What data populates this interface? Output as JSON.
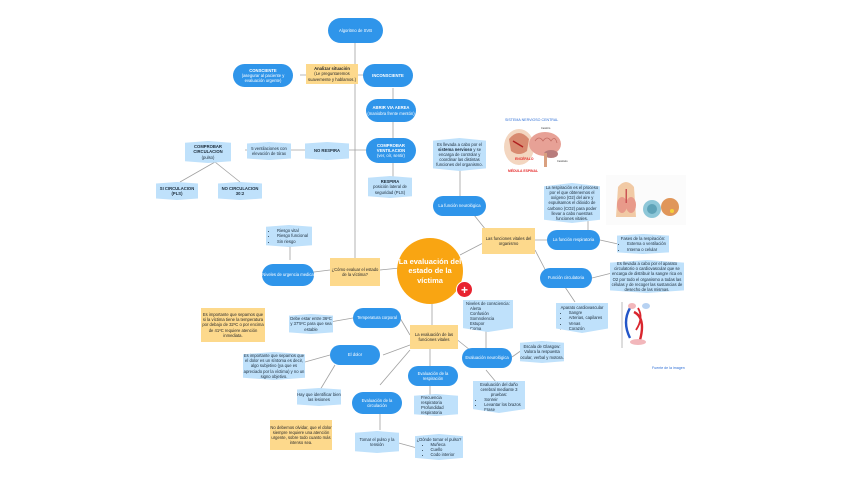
{
  "diagram": {
    "center": "La evaluación del estado de la víctima",
    "center_badge": "+",
    "top_chain": {
      "root": "Algoritmo de SVB",
      "analizar": {
        "title": "Analizar situación",
        "detail": "(Le preguntaremos suavemente y hablamos.)"
      },
      "consciente": {
        "title": "CONSCIENTE",
        "detail": "(asegurar al paciente y evaluación urgente)"
      },
      "inconsciente": "INCONSCIENTE",
      "abrir_via": {
        "title": "ABRIR VIA AEREA",
        "detail": "(maniobra frente mentón)"
      },
      "comprobar_vent": {
        "title": "COMPROBAR VENTILACION",
        "detail": "(ver, oír, sentir)"
      },
      "respira": {
        "title": "RESPIRA",
        "detail": "posición lateral de seguridad (PLS)"
      },
      "no_respira": "NO RESPIRA",
      "ventilaciones": "5 ventilaciones con elevación de tórax",
      "comprobar_circ": {
        "title": "COMPROBAR CIRCULACION",
        "detail": "(pulso)"
      },
      "si_circ": {
        "title": "SI CIRCULACION",
        "detail": "(PLS)"
      },
      "no_circ": {
        "title": "NO CIRCULACION",
        "detail": "30:2"
      }
    },
    "como_evaluar": "¿Cómo evaluar el estado de la víctima?",
    "niveles_urgencia": {
      "label": "Niveles de urgencia medica",
      "items": [
        "Riesgo vital",
        "Riesgo funcional",
        "Sin riesgo"
      ]
    },
    "funciones_vitales_org": "Las funciones vitales del organismo",
    "neurologica": {
      "label": "La función neurológica",
      "note_pre": "Es llevada a cabo por el ",
      "note_bold": "sistema nervioso",
      "note_post": " y se encarga de controlar y coordinar las distintas funciones del organismo."
    },
    "respiratoria": {
      "label": "La función respiratoria",
      "note": "La respiración es el proceso por el que obtenemos el oxígeno (O2) del aire y expulsamos el dióxido de carbono (CO2) para poder llevar a cabo nuestras funciones vitales.",
      "fases_title": "Fases de la respiración:",
      "fases": [
        "Externa o ventilación",
        "Interna o celular"
      ]
    },
    "circulatoria": {
      "label": "Función circulatoria",
      "note": "Es llevada a cabo por el aparato circulatorio o cardiovascular que se encarga de distribuir la sangre rica en O2 por todo el organismo a todas las células y de recoger las sustancias de desecho de las mismas.",
      "aparato_title": "Aparato cardiovascular",
      "aparato": [
        "Sangre",
        "Arterias, capilares",
        "Venas",
        "Corazón"
      ]
    },
    "brain_image": {
      "title": "SISTEMA NERVIOSO CENTRAL",
      "labels": [
        "Cerebro",
        "ENCÉFALO",
        "Cerebelo",
        "MÉDULA ESPINAL"
      ]
    },
    "image_caption": "Fuente de la imagen",
    "eval_funciones": "La evaluación de las funciones vitales",
    "temperatura": {
      "label": "Temperatura corporal",
      "range": "Debe estar entre 36ºC y 37'5ºC para que sea estable",
      "note": "Es importante que sepamos que si la víctima tiene la temperatura por debajo de 32ºC o por encima de 41ºC requiere atención inmediata."
    },
    "dolor": {
      "label": "El dolor",
      "note": "Es importante que sepamos que el dolor es un síntoma es decir, algo subjetivo (ya que es apreciado por la víctima) y no un signo objetivo.",
      "lesiones": "Hay que identificar bien las lesiones",
      "urgente": "No debemos olvidar, que el dolor siempre requiere una atención urgente, sobre todo cuanto más intenso sea."
    },
    "eval_circulacion": {
      "label": "Evaluación de la circulación",
      "pulso": "Tomar el pulso y la tensión",
      "donde_title": "¿Dónde tomar el pulso?",
      "donde": [
        "Muñeca",
        "Cuello",
        "Codo interior"
      ]
    },
    "eval_respiracion": {
      "label": "Evaluación de la respiración",
      "items": [
        "Frecuencia respiratoria",
        "Profundidad respiratoria"
      ]
    },
    "eval_neurologica": {
      "label": "Evaluación neurológica",
      "consciencia_title": "Niveles de consciencia:",
      "consciencia": [
        "Alerta",
        "Confusión",
        "Somnolencia",
        "Estupor",
        "Coma"
      ],
      "glasgow": "Escala de Glasgow: Valora la respuesta ocular, verbal y motora.",
      "dano_title": "Evaluación del daño cerebral mediante 3 pruebas:",
      "dano": [
        "Sonreir",
        "Levantar los brazos",
        "Frase"
      ]
    }
  },
  "colors": {
    "node": "#2f95ea",
    "hex": "#bfe1fb",
    "note": "#fdd98c",
    "center": "#f9a512",
    "badge": "#e8232f",
    "line": "#9a9a9a"
  }
}
